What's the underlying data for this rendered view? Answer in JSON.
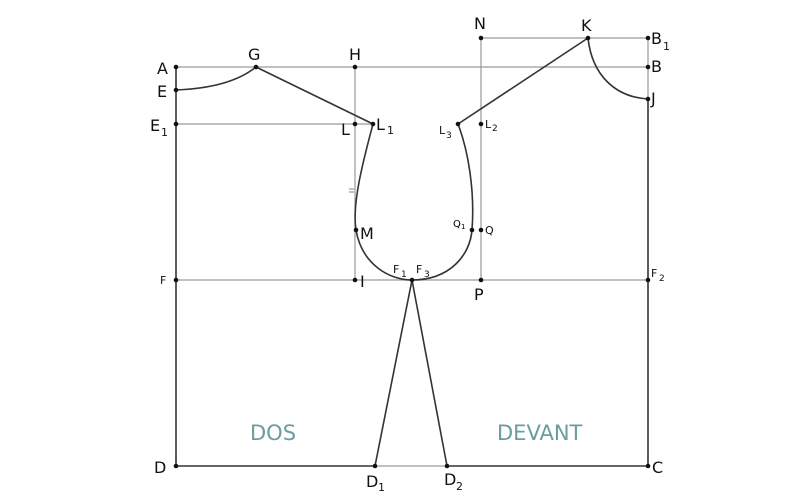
{
  "zones": {
    "back": "DOS",
    "front": "DEVANT"
  },
  "points": {
    "A": {
      "base": "A",
      "sub": ""
    },
    "B": {
      "base": "B",
      "sub": ""
    },
    "B1": {
      "base": "B",
      "sub": "1"
    },
    "C": {
      "base": "C",
      "sub": ""
    },
    "D": {
      "base": "D",
      "sub": ""
    },
    "D1": {
      "base": "D",
      "sub": "1"
    },
    "D2": {
      "base": "D",
      "sub": "2"
    },
    "E": {
      "base": "E",
      "sub": ""
    },
    "E1": {
      "base": "E",
      "sub": "1"
    },
    "F": {
      "base": "F",
      "sub": ""
    },
    "F1": {
      "base": "F",
      "sub": "1"
    },
    "F2": {
      "base": "F",
      "sub": "2"
    },
    "F3": {
      "base": "F",
      "sub": "3"
    },
    "G": {
      "base": "G",
      "sub": ""
    },
    "H": {
      "base": "H",
      "sub": ""
    },
    "I": {
      "base": "I",
      "sub": ""
    },
    "J": {
      "base": "J",
      "sub": ""
    },
    "K": {
      "base": "K",
      "sub": ""
    },
    "L": {
      "base": "L",
      "sub": ""
    },
    "L1": {
      "base": "L",
      "sub": "1"
    },
    "L2": {
      "base": "L",
      "sub": "2"
    },
    "L3": {
      "base": "L",
      "sub": "3"
    },
    "M": {
      "base": "M",
      "sub": ""
    },
    "N": {
      "base": "N",
      "sub": ""
    },
    "P": {
      "base": "P",
      "sub": ""
    },
    "Q": {
      "base": "Q",
      "sub": ""
    },
    "Q1": {
      "base": "Q",
      "sub": "1"
    }
  }
}
